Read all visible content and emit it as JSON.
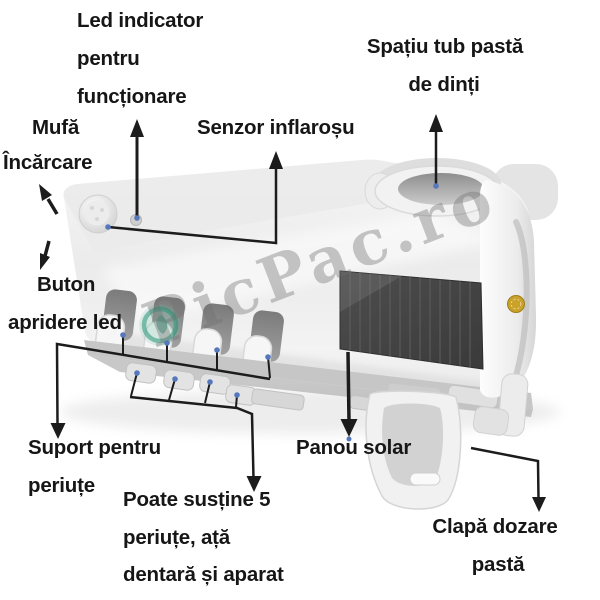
{
  "watermark": "PicPac.ro",
  "colors": {
    "annotation_line": "#1c1c1c",
    "connector_dot": "#5577bb",
    "solar_panel": "#454545",
    "gold_badge": "#c9a227",
    "logo_teal": "#2e9e8f",
    "body_white": "#f2f2f2"
  },
  "annotations": {
    "led_indicator": [
      "Led indicator",
      "pentru",
      "funcționare"
    ],
    "spatiu_tub": [
      "Spațiu tub pastă",
      "de dinți"
    ],
    "mufa": [
      "Mufă",
      "Încărcare"
    ],
    "senzor": [
      "Senzor inflaroșu"
    ],
    "buton": [
      "Buton",
      "apridere led"
    ],
    "suport": [
      "Suport pentru",
      "periuțe"
    ],
    "poate": [
      "Poate susține 5",
      "periuțe, ață",
      "dentară și aparat"
    ],
    "panou": [
      "Panou solar"
    ],
    "clapa": [
      "Clapă dozare",
      "pastă"
    ]
  }
}
